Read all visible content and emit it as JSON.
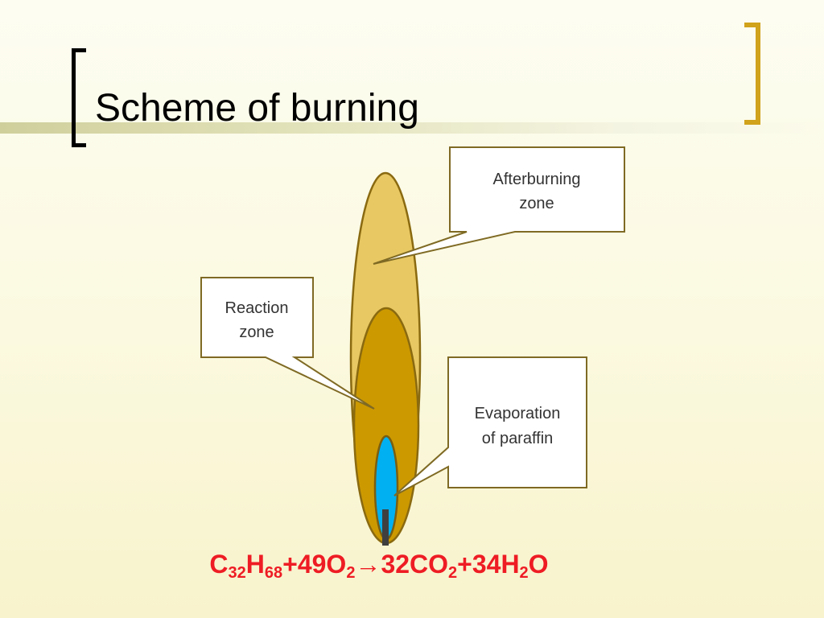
{
  "slide": {
    "title": "Scheme of burning"
  },
  "callouts": {
    "afterburning": {
      "line1": "Afterburning",
      "line2": "zone"
    },
    "reaction": {
      "line1": "Reaction",
      "line2": "zone"
    },
    "evaporation": {
      "line1": "Evaporation",
      "line2": "of paraffin"
    }
  },
  "equation": {
    "c": "C",
    "c_sub": "32",
    "h": "H",
    "h_sub": "68",
    "o2_coef": "+49O",
    "o2_sub": "2",
    "arrow": "→",
    "co2": "32CO",
    "co2_sub": "2",
    "h2o": "+34H",
    "h2o_sub": "2",
    "o": "O"
  },
  "colors": {
    "title_bracket": "#000000",
    "accent_bracket": "#d1a21b",
    "outer_flame": "#e8c862",
    "middle_flame": "#cc9900",
    "inner_flame": "#00b0f0",
    "wick": "#3f3f3f",
    "equation": "#ee1c24"
  }
}
